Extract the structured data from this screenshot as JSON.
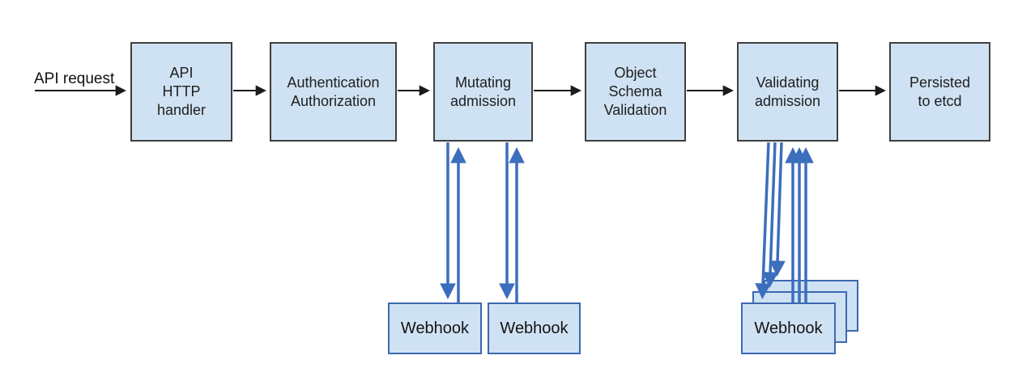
{
  "labels": {
    "api_request": "API request"
  },
  "pipeline": [
    {
      "id": "api-http-handler",
      "label": "API\nHTTP\nhandler"
    },
    {
      "id": "authentication-authorization",
      "label": "Authentication\nAuthorization"
    },
    {
      "id": "mutating-admission",
      "label": "Mutating\nadmission"
    },
    {
      "id": "object-schema-validation",
      "label": "Object\nSchema\nValidation"
    },
    {
      "id": "validating-admission",
      "label": "Validating\nadmission"
    },
    {
      "id": "persisted-to-etcd",
      "label": "Persisted\nto etcd"
    }
  ],
  "webhooks": {
    "mutating": [
      {
        "label": "Webhook"
      },
      {
        "label": "Webhook"
      }
    ],
    "validating": [
      {
        "label": "Webhook"
      },
      {
        "label": "Webhook"
      },
      {
        "label": "Webhook"
      }
    ]
  },
  "colors": {
    "box_fill": "#cfe2f3",
    "box_border": "#3f3f3f",
    "webhook_border": "#3c69b0",
    "arrow_black": "#1b1b1b",
    "arrow_blue": "#3c6ebe"
  }
}
